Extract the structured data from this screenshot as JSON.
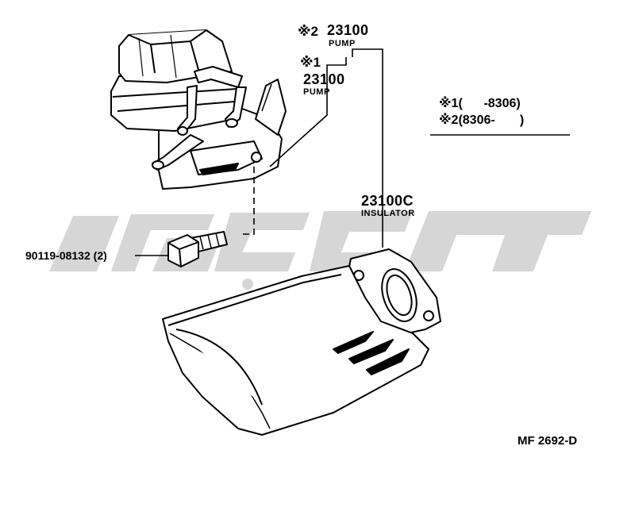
{
  "parts": {
    "pump_2": {
      "mark": "※2",
      "number": "23100",
      "name": "PUMP"
    },
    "pump_1": {
      "mark": "※1",
      "number": "23100",
      "name": "PUMP"
    },
    "insulator": {
      "number": "23100C",
      "name": "INSULATOR"
    },
    "bolt": {
      "number": "90119-08132",
      "qty": "(2)"
    }
  },
  "legend": {
    "row1": {
      "mark": "※1",
      "range": "(      -8306)"
    },
    "row2": {
      "mark": "※2",
      "range": "(8306-       )"
    }
  },
  "figure_id": "MF 2692-D",
  "colors": {
    "line": "#000000",
    "watermark": "#d4d4d4"
  }
}
